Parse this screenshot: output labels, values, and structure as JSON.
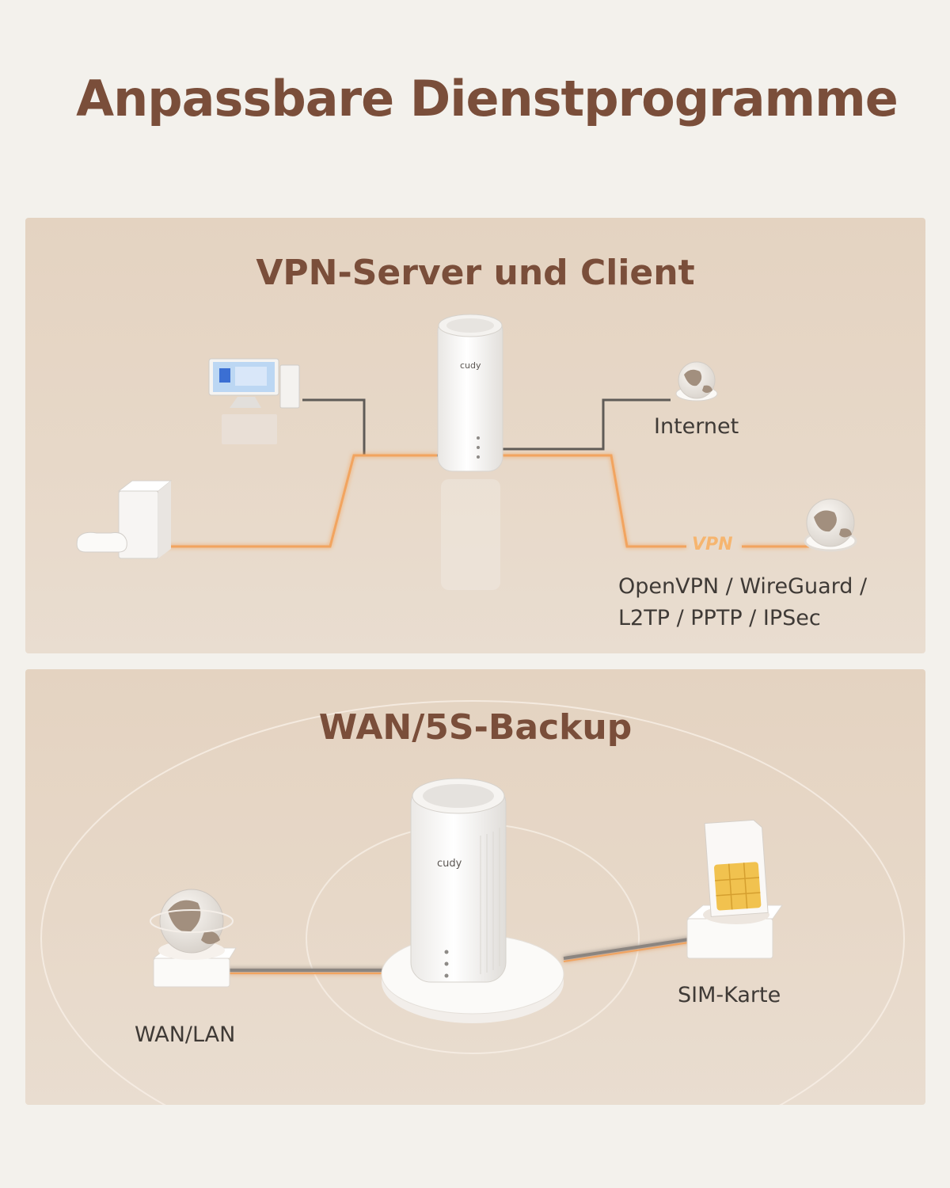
{
  "page": {
    "title": "Anpassbare Dienstprogramme"
  },
  "vpn_panel": {
    "title": "VPN-Server und Client",
    "internet_label": "Internet",
    "vpn_tag": "VPN",
    "protocols_line1": "OpenVPN / WireGuard /",
    "protocols_line2": "L2TP / PPTP / IPSec",
    "router_brand": "cudy"
  },
  "wan_panel": {
    "title": "WAN/5S-Backup",
    "wan_label": "WAN/LAN",
    "sim_label": "SIM-Karte",
    "router_brand": "cudy"
  },
  "colors": {
    "title_brown": "#7a4e3a",
    "panel_bg": "#e6d6c5",
    "page_bg": "#f3f1ec",
    "glow_orange": "#f2a45e",
    "cable_gray": "#6e6a66",
    "sim_gold": "#f1c24f"
  },
  "icons": [
    "globe-icon",
    "router-icon",
    "pc-icon",
    "gamepad-icon",
    "sim-card-icon"
  ]
}
